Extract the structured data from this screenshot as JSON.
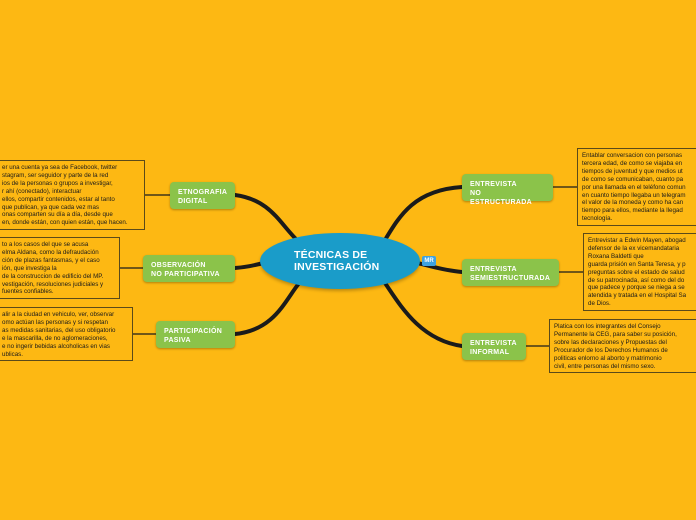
{
  "center": {
    "title_line1": "TÉCNICAS DE",
    "title_line2": "INVESTIGACIÓN",
    "badge": "MR"
  },
  "left_topics": [
    {
      "label_line1": "ETNOGRAFIA",
      "label_line2": "DIGITAL"
    },
    {
      "label_line1": "OBSERVACIÓN",
      "label_line2": "NO PARTICIPATIVA"
    },
    {
      "label_line1": "PARTICIPACIÓN",
      "label_line2": "PASIVA"
    }
  ],
  "right_topics": [
    {
      "label_line1": "ENTREVISTA",
      "label_line2": "NO ESTRUCTURADA"
    },
    {
      "label_line1": "ENTREVISTA",
      "label_line2": "SEMIESTRUCTURADA"
    },
    {
      "label_line1": "ENTREVISTA",
      "label_line2": "INFORMAL"
    }
  ],
  "left_notes": [
    "er una cuenta ya sea de Facebook, twitter\nstagram, ser seguidor y parte de la red\nios de la personas o grupos a investigar,\nr ahí (conectado), interactuar\nellos, compartir contenidos, estar al tanto\nque publican, ya que cada vez mas\nonas comparten su día a día, desde que\nen, donde están, con quien están, que hacen.",
    "to a los casos del que se acusa\nelma Aldana, como la defraudación\nción de plazas fantasmas, y el caso\nión, que investiga la\nde la construccion de edificio del MP.\nvestigación, resoluciones judiciales y\nfuentes confiables.",
    "alir a la ciudad en vehiculo, ver, observar\nomo actúan las personas y si respetan\nas medidas sanitarias, del uso obligatorio\ne la mascarilla, de no aglomeraciones,\ne no ingerir bebidas alcoholicas en vias\nublicas."
  ],
  "right_notes": [
    "Entablar conversacion con personas\ntercera edad, de como se viajaba en\ntiempos de juventud y que medios ut\nde como se comunicaban, cuanto pa\npor una llamada en el teléfono comun\nen cuanto tiempo llegaba un telegram\nel valor de la moneda y como ha can\ntiempo para ellos, mediante la llegad\ntecnología.",
    "Entrevistar a Edwin Mayen, abogad\ndefensor de la ex vicemandataria\nRoxana Baldetti que\nguarda prisión en Santa Teresa, y p\npreguntas sobre el estado de salud\nde su patrocinada, así como del do\nque padece y porque se niega a se\natendida y tratada en el Hospital Sa\nde Dios.",
    "Platica con los integrantes del Consejo\nPermanente la CEG, para saber su posición,\nsobre las declaraciones y Propuestas del\nProcurador de los Derechos Humanos de\npoliticas enlorno al aborto y matrimonio\ncivil, entre personas del mismo sexo."
  ]
}
